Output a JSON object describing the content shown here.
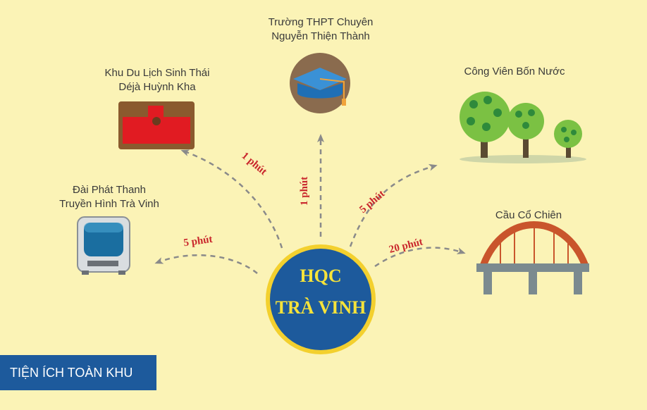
{
  "hub": {
    "line1": "HQC",
    "line2": "TRÀ VINH"
  },
  "destinations": [
    {
      "id": "school",
      "name_line1": "Trường THPT Chuyên",
      "name_line2": "Nguyễn Thiện Thành",
      "time": "1 phút",
      "icon": "graduation-cap-icon"
    },
    {
      "id": "eco-resort",
      "name_line1": "Khu Du Lịch Sinh Thái",
      "name_line2": "Déjà Huỳnh Kha",
      "time": "1 phút",
      "icon": "resort-gate-icon"
    },
    {
      "id": "park",
      "name_line1": "Công Viên Bốn Nước",
      "name_line2": "",
      "time": "5 phút",
      "icon": "trees-icon"
    },
    {
      "id": "tv-station",
      "name_line1": "Đài Phát Thanh",
      "name_line2": "Truyền Hình Trà Vinh",
      "time": "5 phút",
      "icon": "television-icon"
    },
    {
      "id": "bridge",
      "name_line1": "Cầu Cổ Chiên",
      "name_line2": "",
      "time": "20 phút",
      "icon": "bridge-icon"
    }
  ],
  "footer_badge": "TIỆN ÍCH TOÀN KHU",
  "colors": {
    "background": "#fbf3b6",
    "hub_fill": "#1d5a9c",
    "hub_ring": "#f3d02e",
    "hub_text": "#f6e33a",
    "time_text": "#c9262c",
    "badge_fill": "#1d5a9c"
  }
}
